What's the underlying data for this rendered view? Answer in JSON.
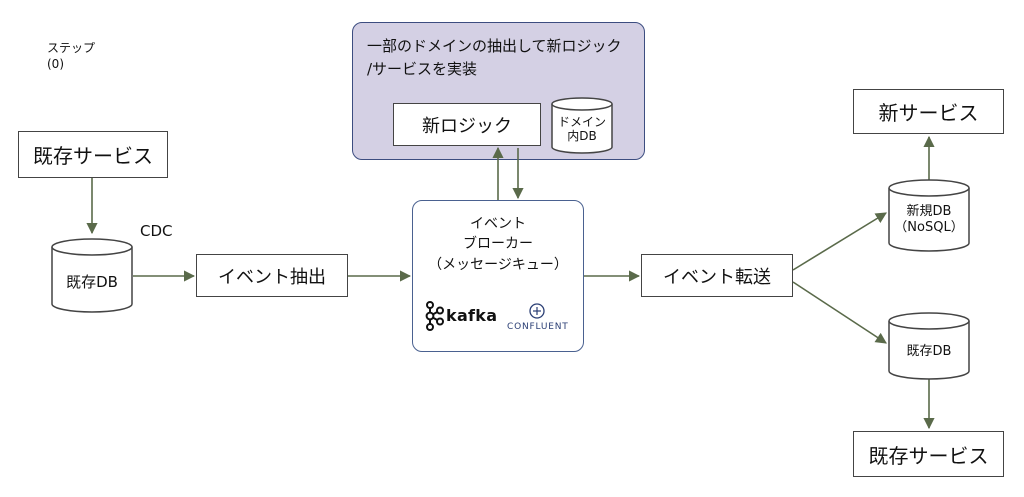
{
  "step": {
    "label": "ステップ",
    "number": "(0)"
  },
  "domain_group": {
    "title_line1": "一部のドメインの抽出して新ロジック",
    "title_line2": "/サービスを実装"
  },
  "new_logic": {
    "label": "新ロジック"
  },
  "domain_db": {
    "line1": "ドメイン",
    "line2": "内DB"
  },
  "existing_service_left": {
    "label": "既存サービス"
  },
  "cdc": {
    "label": "CDC"
  },
  "existing_db_left": {
    "label": "既存DB"
  },
  "event_extract": {
    "label": "イベント抽出"
  },
  "broker": {
    "line1": "イベント",
    "line2": "ブローカー",
    "line3": "（メッセージキュー）",
    "kafka_label": "kafka",
    "confluent_label": "CONFLUENT"
  },
  "event_transfer": {
    "label": "イベント転送"
  },
  "new_db": {
    "line1": "新規DB",
    "line2": "（NoSQL）"
  },
  "new_service": {
    "label": "新サービス"
  },
  "existing_db_right": {
    "label": "既存DB"
  },
  "existing_service_right": {
    "label": "既存サービス"
  },
  "colors": {
    "arrow": "#5a6a4a",
    "group_fill": "#d4d0e4",
    "group_border": "#3c4d80",
    "broker_border": "#4a6190"
  }
}
